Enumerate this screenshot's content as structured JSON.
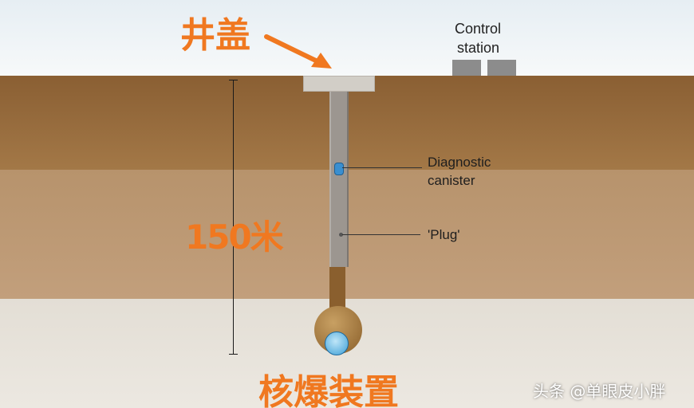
{
  "labels": {
    "well_cap": "井盖",
    "control_station_line1": "Control",
    "control_station_line2": "station",
    "diagnostic_line1": "Diagnostic",
    "diagnostic_line2": "canister",
    "plug": "'Plug'",
    "depth": "150米",
    "nuclear_device": "核爆装置",
    "watermark": "头条 @单眼皮小胖"
  },
  "colors": {
    "accent_orange": "#f07820",
    "ground_top": "#8a5f33",
    "ground_mid": "#b7936c",
    "ground_deep": "#e3ded5",
    "device_blue": "#3d9fd6"
  },
  "icons": {
    "pointer_arrow": "arrow-down-right-icon"
  }
}
